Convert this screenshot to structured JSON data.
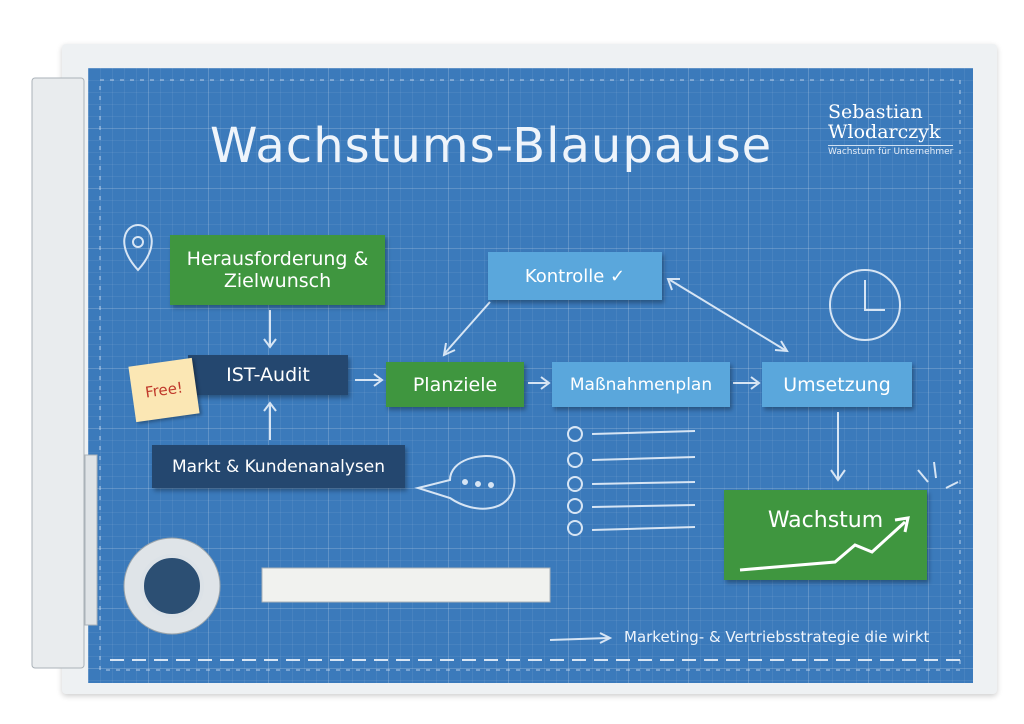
{
  "title": "Wachstums-Blaupause",
  "brand": {
    "name_line1": "Sebastian",
    "name_line2": "Wlodarczyk",
    "tagline": "Wachstum für Unternehmer"
  },
  "boxes": {
    "challenge": "Herausforderung & Zielwunsch",
    "control": "Kontrolle ✓",
    "audit": "IST-Audit",
    "free_note": "Free!",
    "goals": "Planziele",
    "measures": "Maßnahmenplan",
    "implementation": "Umsetzung",
    "market": "Markt & Kundenanalysen",
    "growth": "Wachstum"
  },
  "footer": "Marketing- & Vertriebsstrategie die wirkt",
  "colors": {
    "blueprint": "#3b7abb",
    "green": "#3f963f",
    "light_blue": "#5aa7dc",
    "navy": "#24476f"
  }
}
